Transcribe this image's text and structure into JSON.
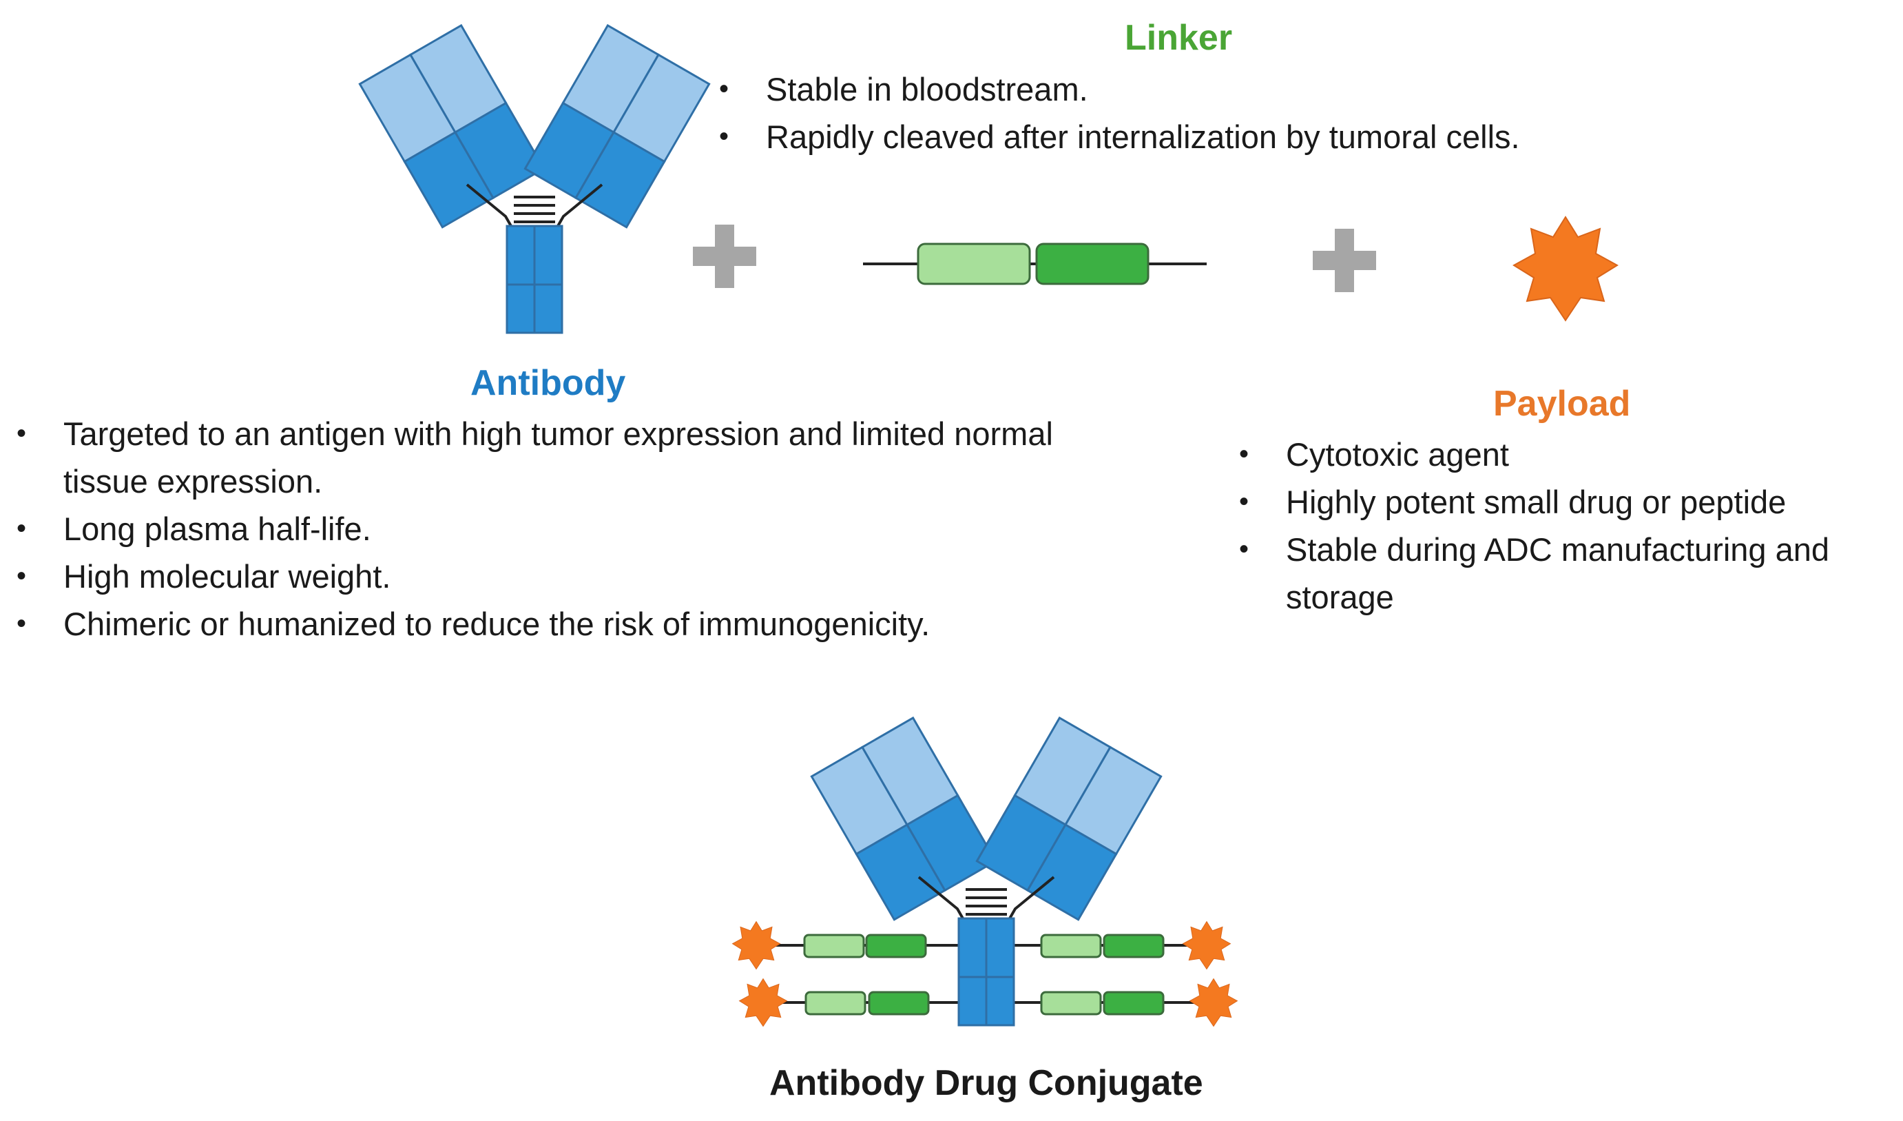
{
  "colors": {
    "antibody_light": "#9dc8ec",
    "antibody_dark": "#2b8fd6",
    "antibody_stroke": "#2f6fa6",
    "linker_light": "#a7df9a",
    "linker_dark": "#3cb043",
    "linker_stroke": "#3c6b3c",
    "payload": "#f47920",
    "plus": "#a6a6a6",
    "antibody_title": "#1f7cc4",
    "linker_title": "#4aa535",
    "payload_title": "#e8782a"
  },
  "linker": {
    "title": "Linker",
    "bullets": [
      "Stable in bloodstream.",
      "Rapidly cleaved after internalization by tumoral cells."
    ]
  },
  "antibody": {
    "title": "Antibody",
    "bullets": [
      "Targeted to an antigen with high tumor expression and limited normal tissue expression.",
      "Long plasma half-life.",
      "High molecular weight.",
      "Chimeric or humanized to reduce the risk of immunogenicity."
    ]
  },
  "payload": {
    "title": "Payload",
    "bullets": [
      "Cytotoxic agent",
      "Highly potent small drug or peptide",
      "Stable during ADC manufacturing and storage"
    ]
  },
  "adc": {
    "title": "Antibody Drug Conjugate"
  },
  "icons": [
    "antibody-icon",
    "plus-icon",
    "linker-icon",
    "payload-star-icon",
    "antibody-drug-conjugate-icon"
  ]
}
